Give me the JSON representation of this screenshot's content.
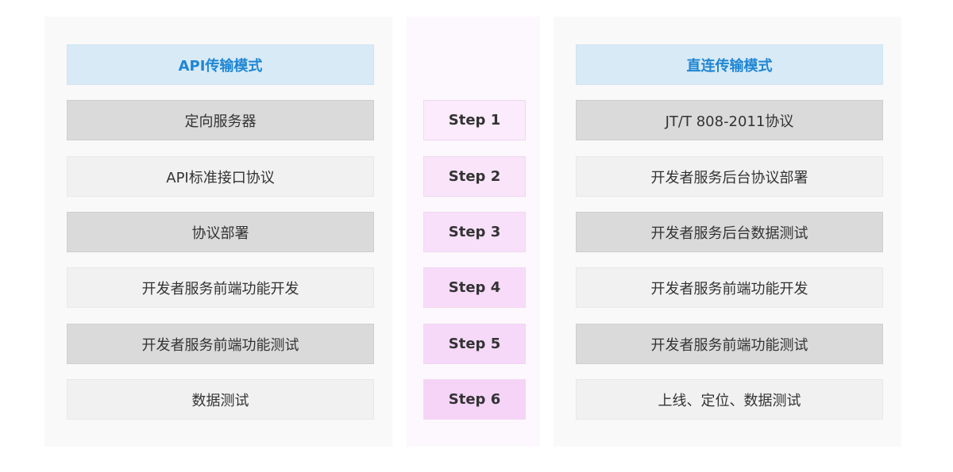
{
  "left_column": {
    "title": "API传输模式",
    "items": [
      "定向服务器",
      "API标准接口协议",
      "协议部署",
      "开发者服务前端功能开发",
      "开发者服务前端功能测试",
      "数据测试"
    ]
  },
  "steps": [
    "Step 1",
    "Step 2",
    "Step 3",
    "Step 4",
    "Step 5",
    "Step 6"
  ],
  "right_column": {
    "title": "直连传输模式",
    "items": [
      "JT/T 808-2011协议",
      "开发者服务后台协议部署",
      "开发者服务后台数据测试",
      "开发者服务前端功能开发",
      "开发者服务前端功能测试",
      "上线、定位、数据测试"
    ]
  },
  "colors": {
    "header_text": "#1f86d3",
    "header_bg": "#d8eaf6",
    "row_dark": "#dadada",
    "row_light": "#f1f1f1",
    "step_bg": "#f7dbf9"
  }
}
